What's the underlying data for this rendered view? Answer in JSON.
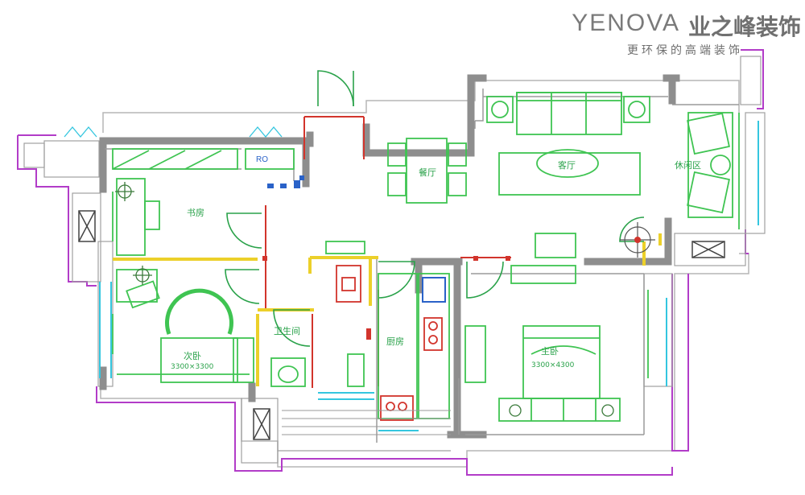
{
  "brand": {
    "latin": "YENOVA",
    "cjk": "业之峰装饰",
    "slogan": "更环保的高端装饰"
  },
  "rooms": {
    "study": "书房",
    "dining": "餐厅",
    "living": "客厅",
    "leisure": "休闲区",
    "bedroom2": "次卧",
    "bedroom2_dim": "3300×3300",
    "master": "主卧",
    "master_dim": "3300×4300",
    "kitchen": "厨房",
    "bath": "卫生间"
  },
  "equipment": {
    "ac": "RO"
  },
  "colors": {
    "wall": "#8e8e8e",
    "furniture": "#3fc452",
    "door": "#2aa24a",
    "accent_magenta": "#b23cc8",
    "accent_red": "#d2342c",
    "accent_yellow": "#ecd02a",
    "accent_cyan": "#34c6df",
    "blue_equip": "#2a62c8"
  }
}
